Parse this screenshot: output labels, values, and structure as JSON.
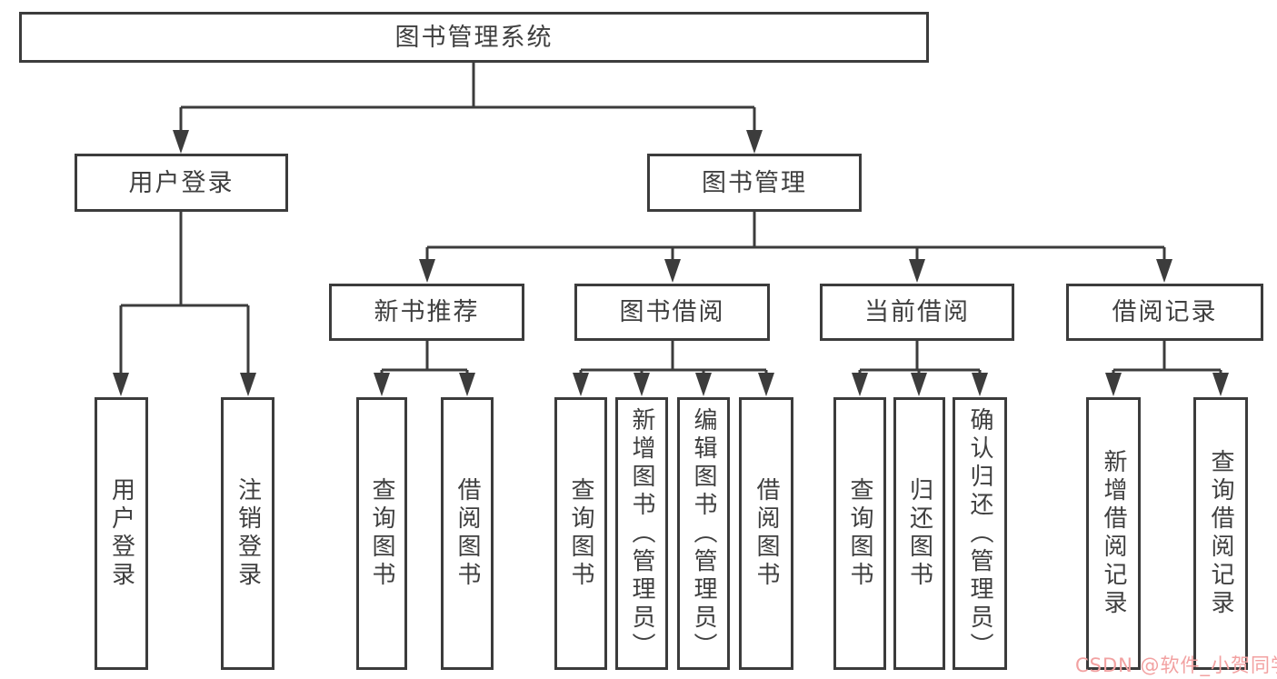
{
  "colors": {
    "line": "#3c3c3c",
    "text": "#3f3f3f",
    "watermark": "#f2a1a1",
    "background": "#ffffff"
  },
  "watermark": {
    "text": "CSDN @软件_小贺同学"
  },
  "diagram": {
    "type": "tree",
    "root": {
      "label": "图书管理系统",
      "children": [
        {
          "label": "用户登录",
          "children": [
            {
              "label": "用户登录"
            },
            {
              "label": "注销登录"
            }
          ]
        },
        {
          "label": "图书管理",
          "children": [
            {
              "label": "新书推荐",
              "children": [
                {
                  "label": "查询图书"
                },
                {
                  "label": "借阅图书"
                }
              ]
            },
            {
              "label": "图书借阅",
              "children": [
                {
                  "label": "查询图书"
                },
                {
                  "label": "新增图书（管理员）"
                },
                {
                  "label": "编辑图书（管理员）"
                },
                {
                  "label": "借阅图书"
                }
              ]
            },
            {
              "label": "当前借阅",
              "children": [
                {
                  "label": "查询图书"
                },
                {
                  "label": "归还图书"
                },
                {
                  "label": "确认归还（管理员）"
                }
              ]
            },
            {
              "label": "借阅记录",
              "children": [
                {
                  "label": "新增借阅记录"
                },
                {
                  "label": "查询借阅记录"
                }
              ]
            }
          ]
        }
      ]
    }
  }
}
